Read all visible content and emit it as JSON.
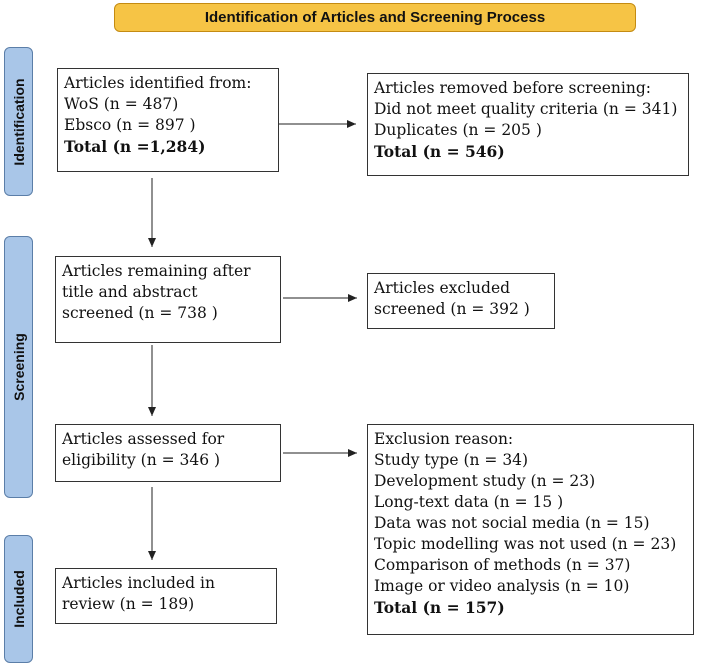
{
  "banner": "Identification of Articles and Screening Process",
  "stages": {
    "identification": "Identification",
    "screening": "Screening",
    "included": "Included"
  },
  "boxes": {
    "identified": {
      "title": "Articles identified from:",
      "line1": "WoS (n = 487)",
      "line2": "Ebsco (n = 897 )",
      "total": "Total (n =1,284)"
    },
    "removed": {
      "title": "Articles removed before screening:",
      "line1": "Did not meet quality criteria (n = 341)",
      "line2": "Duplicates (n = 205 )",
      "total": "Total (n = 546)"
    },
    "remaining": {
      "line1": "Articles remaining after",
      "line2": "title and abstract",
      "line3": "screened (n = 738 )"
    },
    "excluded_screened": {
      "line1": "Articles excluded",
      "line2": "screened (n = 392 )"
    },
    "assessed": {
      "line1": "Articles assessed for",
      "line2": "eligibility  (n = 346 )"
    },
    "included": {
      "line1": "Articles included in",
      "line2": "review (n = 189)"
    },
    "exclusion": {
      "title": "Exclusion reason:",
      "reasons": [
        "Study type (n = 34)",
        "Development study (n = 23)",
        "Long-text data (n = 15 )",
        "Data was not social media (n = 15)",
        "Topic modelling was not used (n = 23)",
        "Comparison of methods (n = 37)",
        "Image or video analysis (n = 10)"
      ],
      "total": "Total (n = 157)"
    }
  },
  "colors": {
    "banner": "#f6c445",
    "stage": "#a9c6e8"
  }
}
